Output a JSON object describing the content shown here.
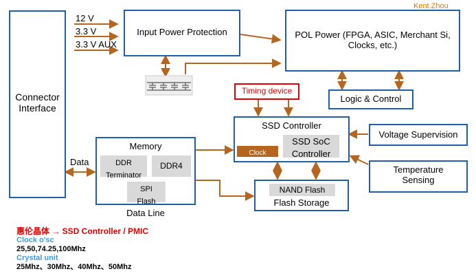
{
  "author": "Kent.Zhou",
  "blocks": {
    "connector": "Connector\nInterface",
    "input_power": "Input Power Protection",
    "pol_power": "POL Power (FPGA, ASIC, Merchant Si,\nClocks, etc.)",
    "logic_control": "Logic & Control",
    "timing_device": "Timing device",
    "ssd_controller": "SSD Controller",
    "clock": "Clock",
    "soc_controller": "SSD SoC\nController",
    "voltage_supervision": "Voltage Supervision",
    "temperature_sensing": "Temperature\nSensing",
    "memory": "Memory",
    "ddr_terminator": "DDR\nTerminator",
    "ddr4": "DDR4",
    "spi_flash": "SPI\nFlash",
    "nand_flash": "NAND Flash",
    "flash_storage": "Flash Storage",
    "data_line": "Data Line"
  },
  "labels": {
    "v12": "12 V",
    "v33": "3.3 V",
    "v33aux": "3.3 V AUX",
    "data": "Data"
  },
  "notes": {
    "heading": "惠伦晶体 → SSD Controller / PMIC",
    "clock_osc_title": "Clock o'sc",
    "clock_osc_values": "25,50,74.25,100Mhz",
    "crystal_title": "Crystal unit",
    "crystal_values": "25Mhz、30Mhz、40Mhz、50Mhz"
  },
  "colors": {
    "box_border": "#1f5fa8",
    "arrow": "#b5651d",
    "timing_border": "#e00000",
    "clock_fill": "#b5651d",
    "note_red": "#e00000",
    "note_blue": "#3b9be0",
    "author": "#e07a00"
  }
}
